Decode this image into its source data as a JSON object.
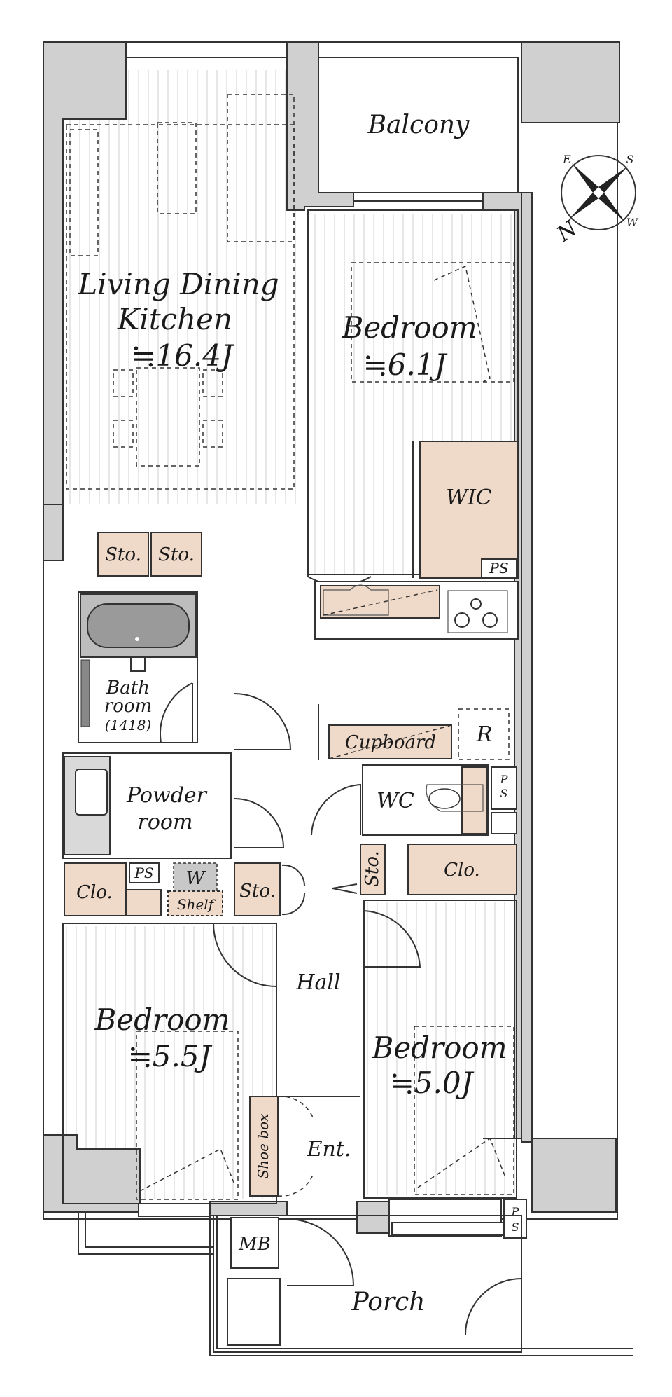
{
  "rooms": {
    "living_dining_kitchen": {
      "line1": "Living Dining",
      "line2": "Kitchen",
      "size": "≒16.4J"
    },
    "balcony": "Balcony",
    "bedroom_top_right": {
      "name": "Bedroom",
      "size": "≒6.1J"
    },
    "wic": "WIC",
    "ps_top": "PS",
    "sto_left": "Sto.",
    "sto_right": "Sto.",
    "bathroom": {
      "line1": "Bath",
      "line2": "room",
      "line3": "(1418)"
    },
    "cupboard": "Cupboard",
    "refrigerator": "R",
    "powder_room": {
      "line1": "Powder",
      "line2": "room"
    },
    "wc": "WC",
    "ps_wc": "P\nS",
    "ps_wc_p": "P",
    "ps_wc_s": "S",
    "clo_left": "Clo.",
    "ps_left": "PS",
    "washer": "W",
    "shelf": "Shelf",
    "sto_hall": "Sto.",
    "sto_right_small": "Sto.",
    "clo_right": "Clo.",
    "hall": "Hall",
    "bedroom_bottom_left": {
      "name": "Bedroom",
      "size": "≒5.5J"
    },
    "bedroom_bottom_right": {
      "name": "Bedroom",
      "size": "≒5.0J"
    },
    "shoe_box": "Shoe box",
    "entrance": "Ent.",
    "ps_bottom": "P\nS",
    "ps_bottom_p": "P",
    "ps_bottom_s": "S",
    "mb": "MB",
    "porch": "Porch"
  },
  "compass": {
    "north": "N",
    "e": "E",
    "s": "S",
    "w": "W"
  },
  "colors": {
    "wall": "#d0d0d0",
    "storage": "#efd9c9",
    "outline": "#333333"
  }
}
